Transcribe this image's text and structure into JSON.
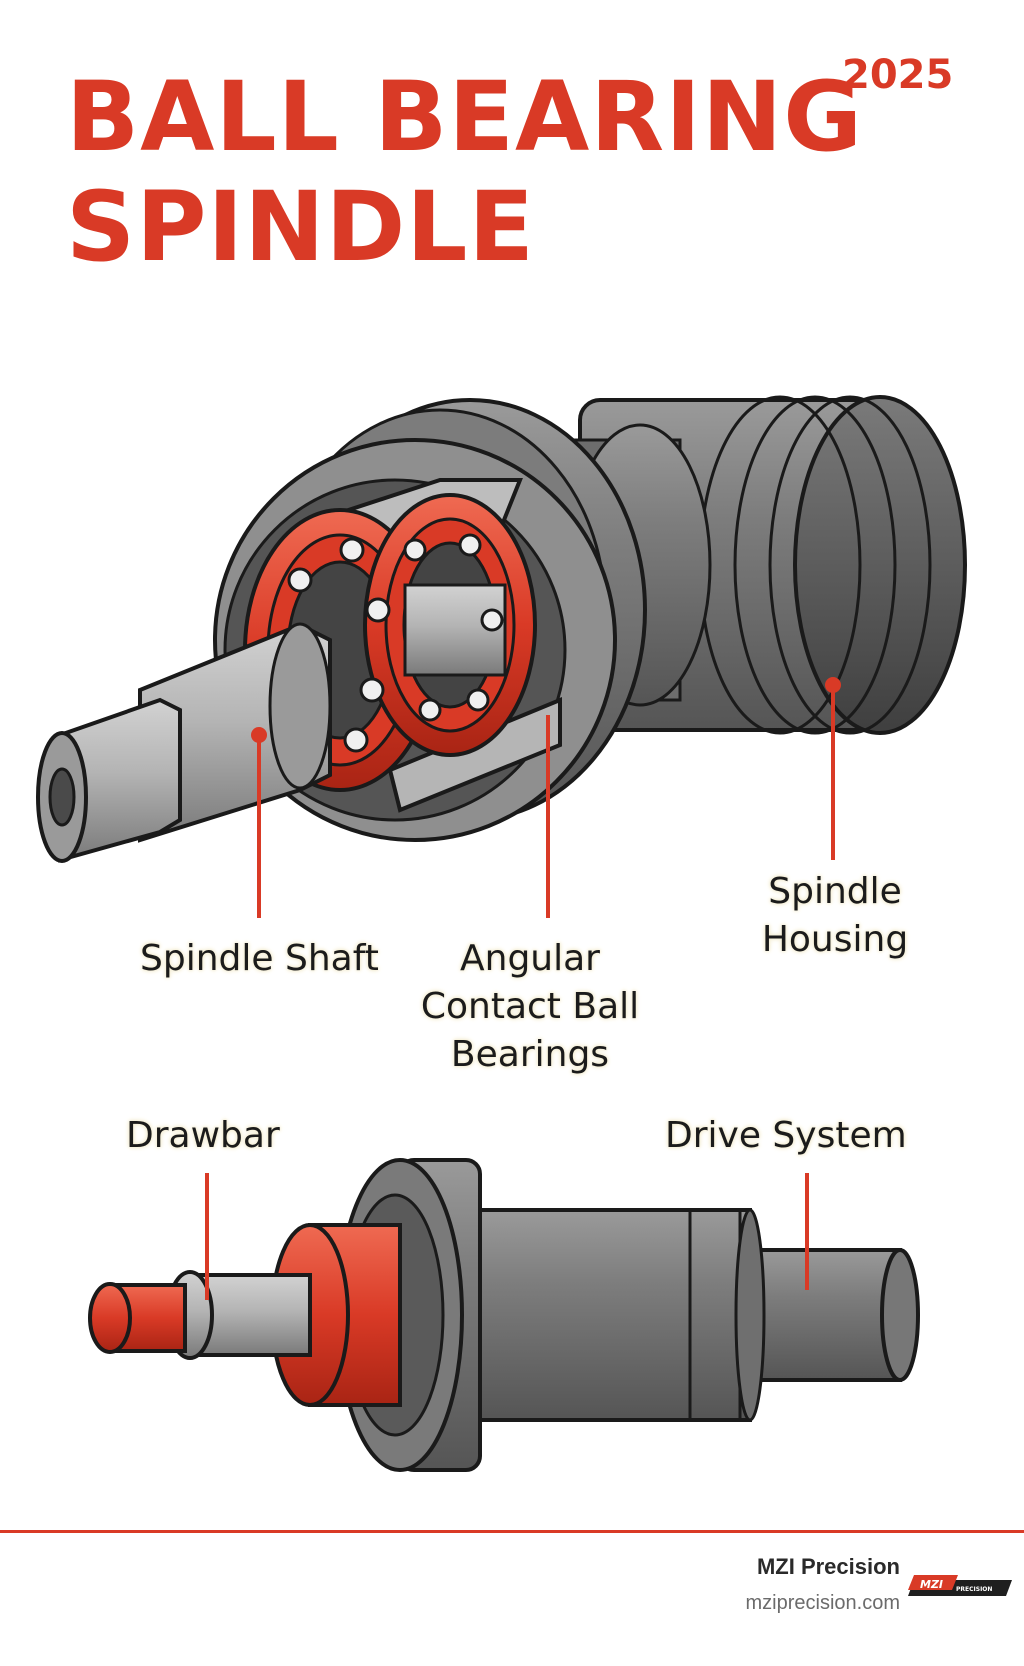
{
  "header": {
    "title_line1": "BALL BEARING",
    "title_line2": "SPINDLE",
    "year": "2025"
  },
  "labels": {
    "spindle_shaft": "Spindle Shaft",
    "angular_line1": "Angular",
    "angular_line2": "Contact Ball",
    "angular_line3": "Bearings",
    "housing_line1": "Spindle",
    "housing_line2": "Housing",
    "drawbar": "Drawbar",
    "drive_system": "Drive System"
  },
  "footer": {
    "brand": "MZI Precision",
    "website": "mziprecision.com",
    "logo_text": "MZI",
    "logo_sub": "PRECISION"
  },
  "colors": {
    "accent_red": "#d93a26",
    "steel_gray": "#8a8a8a",
    "label_glow": "#f4edd2"
  }
}
